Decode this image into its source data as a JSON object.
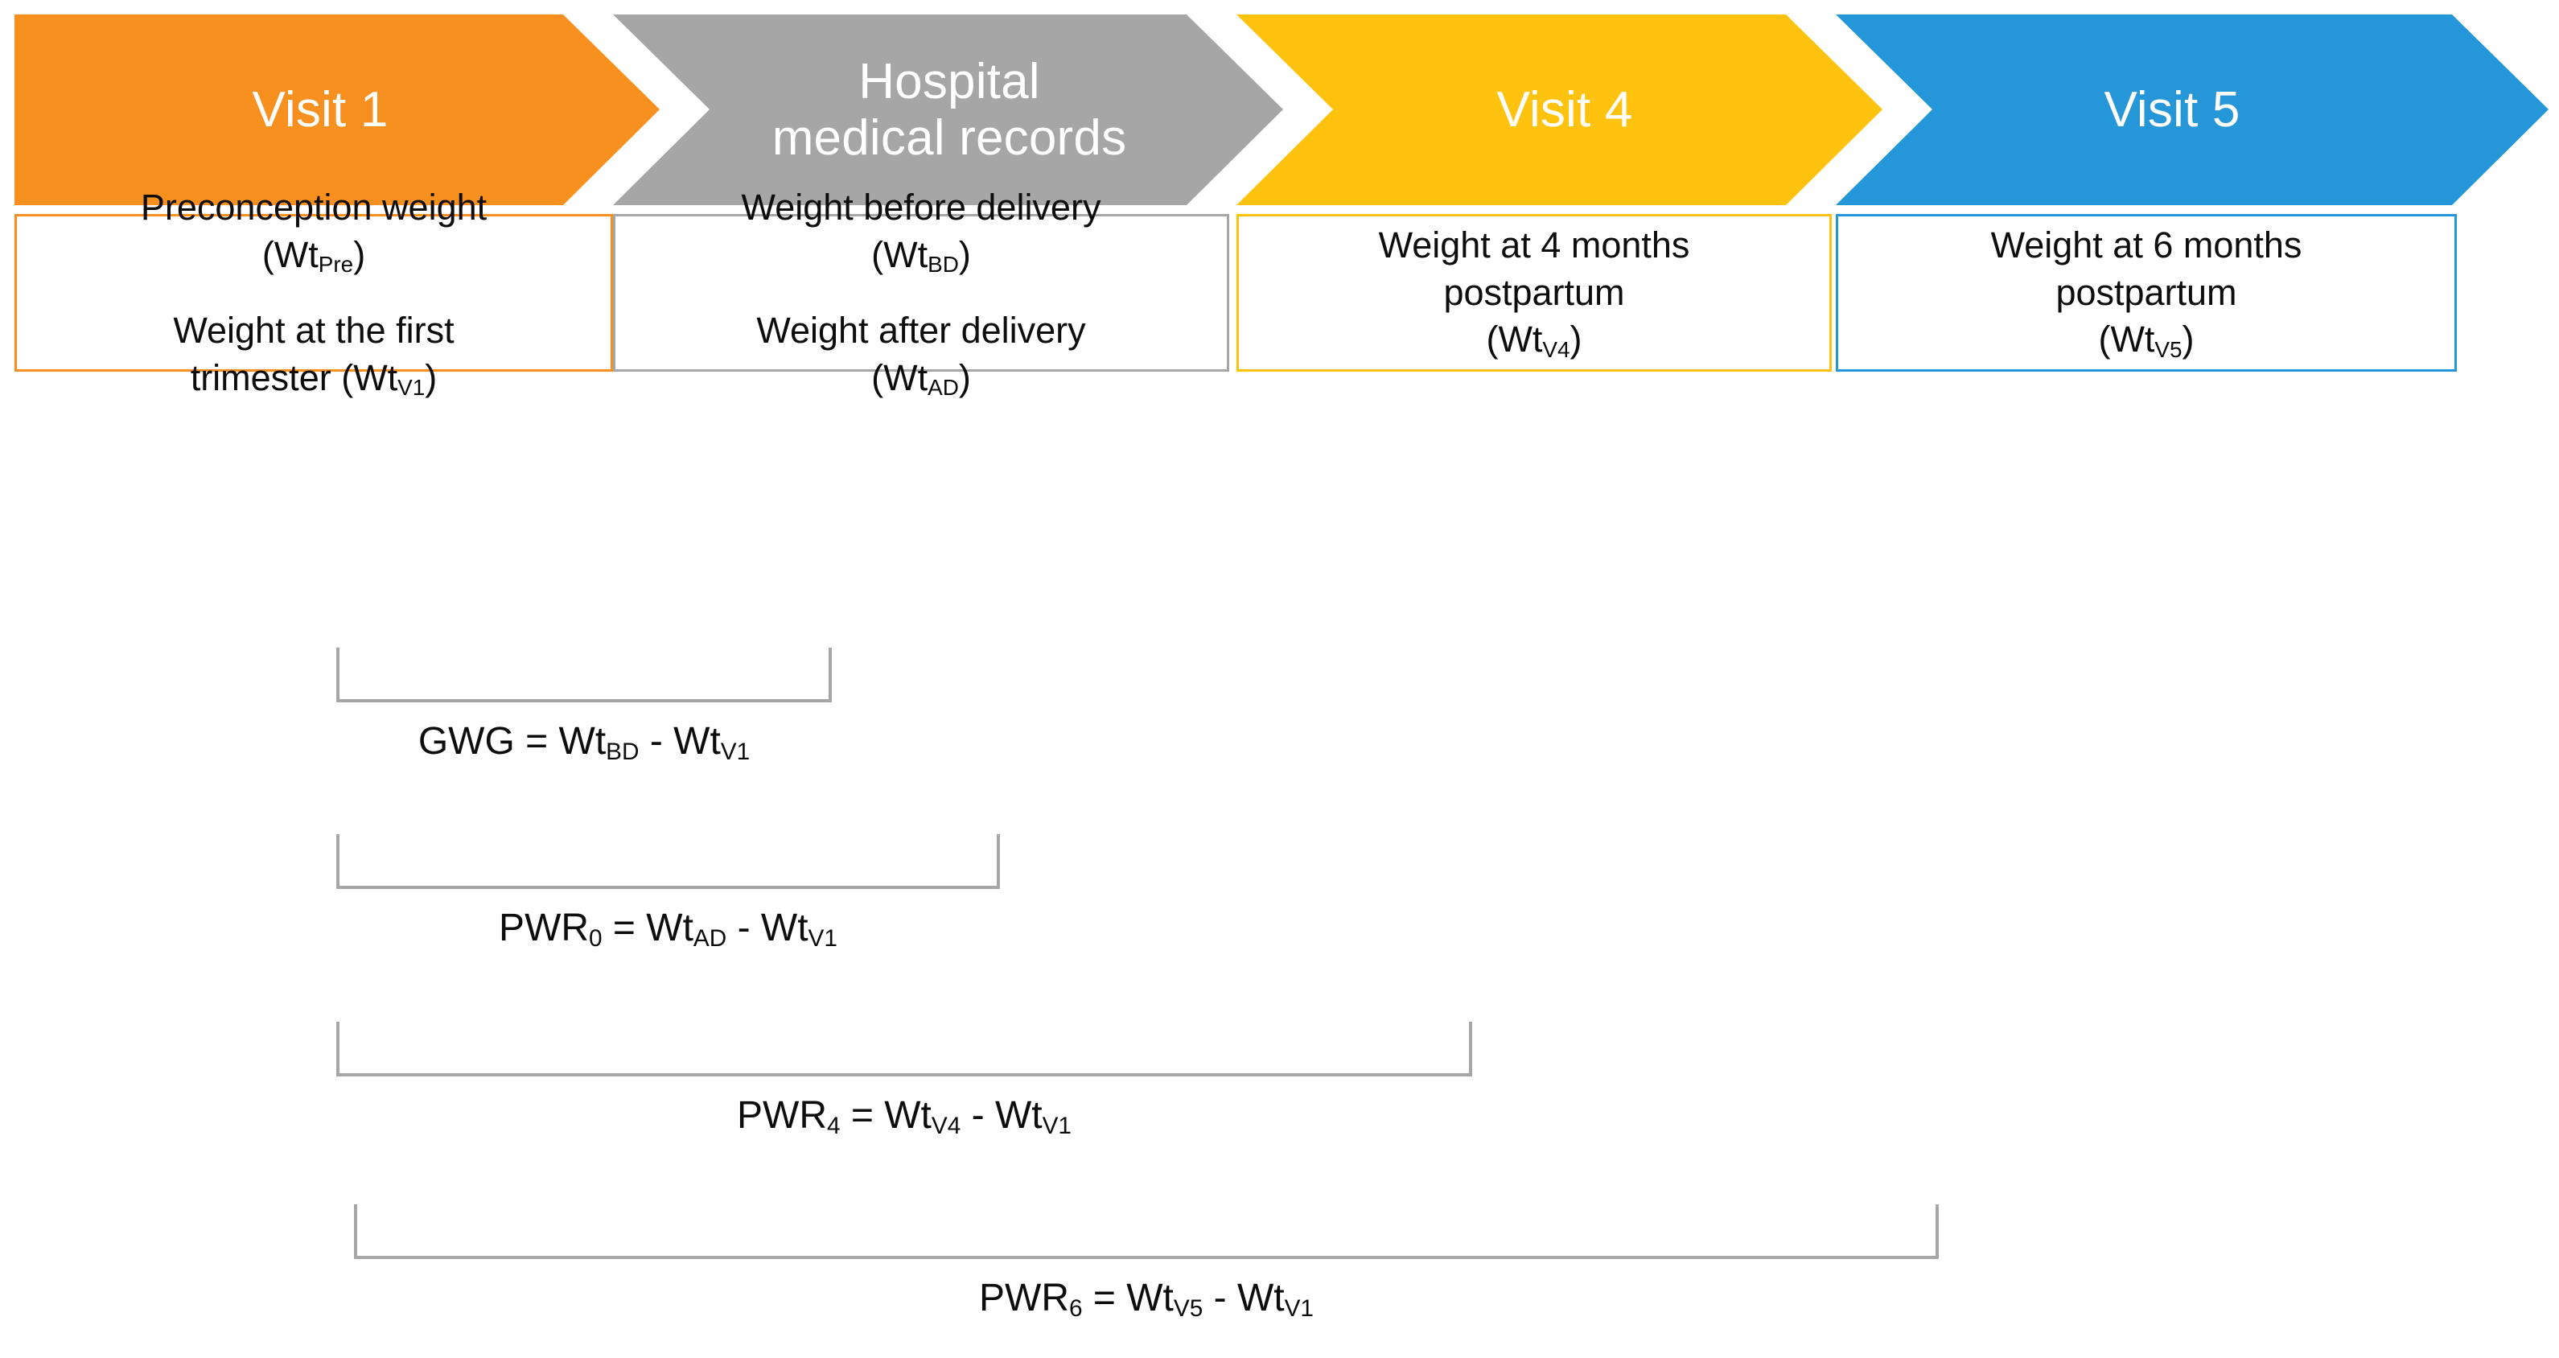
{
  "diagram": {
    "title": "Weight measurement timeline and derived gestational weight gain / postpartum weight retention variables",
    "colors": {
      "visit1": "#F7901E",
      "hospital": "#A6A6A6",
      "visit4": "#FFC20E",
      "visit5": "#2596D8",
      "bracket": "#A6A6A6",
      "text_dark": "#0D0D0D",
      "text_light": "#FFFFFF"
    },
    "stages": [
      {
        "id": "visit-1",
        "banner_label": "Visit 1",
        "color": "#F7901E",
        "measurements": [
          {
            "line1": "Preconception weight",
            "line2": "(Wt",
            "sub": "Pre",
            "line3": ")"
          },
          {
            "line1": "Weight at the first",
            "line2": "trimester (Wt",
            "sub": "V1",
            "line3": ")"
          }
        ]
      },
      {
        "id": "hospital-medical-records",
        "banner_label": "Hospital\nmedical records",
        "color": "#A6A6A6",
        "measurements": [
          {
            "line1": "Weight before delivery",
            "line2": "(Wt",
            "sub": "BD",
            "line3": ")"
          },
          {
            "line1": "Weight after delivery",
            "line2": "(Wt",
            "sub": "AD",
            "line3": ")"
          }
        ]
      },
      {
        "id": "visit-4",
        "banner_label": "Visit 4",
        "color": "#FFC20E",
        "measurements": [
          {
            "line1": "Weight at 4 months",
            "line2": "postpartum",
            "line2b": "(Wt",
            "sub": "V4",
            "line3": ")"
          }
        ]
      },
      {
        "id": "visit-5",
        "banner_label": "Visit 5",
        "color": "#2596D8",
        "measurements": [
          {
            "line1": "Weight at 6 months",
            "line2": "postpartum",
            "line2b": "(Wt",
            "sub": "V5",
            "line3": ")"
          }
        ]
      }
    ],
    "derived": [
      {
        "id": "gwg",
        "name": "GWG",
        "name_sub": "",
        "equation_lhs": "GWG",
        "eq": " = Wt",
        "minuend_sub": "BD",
        "minus": " - Wt",
        "subtrahend_sub": "V1",
        "close": "",
        "full_text": "GWG = Wt_BD - Wt_V1"
      },
      {
        "id": "pwr0",
        "name": "PWR",
        "name_sub": "0",
        "equation_lhs": "PWR",
        "eq": " = Wt",
        "minuend_sub": "AD",
        "minus": " - Wt",
        "subtrahend_sub": "V1",
        "close": "",
        "full_text": "PWR_0 = Wt_AD - Wt_V1"
      },
      {
        "id": "pwr4",
        "name": "PWR",
        "name_sub": "4",
        "equation_lhs": "PWR",
        "eq": " = Wt",
        "minuend_sub": "V4",
        "minus": " - Wt",
        "subtrahend_sub": "V1",
        "close": "",
        "full_text": "PWR_4 = Wt_V4 - Wt_V1"
      },
      {
        "id": "pwr6",
        "name": "PWR",
        "name_sub": "6",
        "equation_lhs": "PWR",
        "eq": " = Wt",
        "minuend_sub": "V5",
        "minus": " - Wt",
        "subtrahend_sub": "V1",
        "close": "",
        "full_text": "PWR_6 = Wt_V5 - Wt_V1"
      }
    ]
  }
}
